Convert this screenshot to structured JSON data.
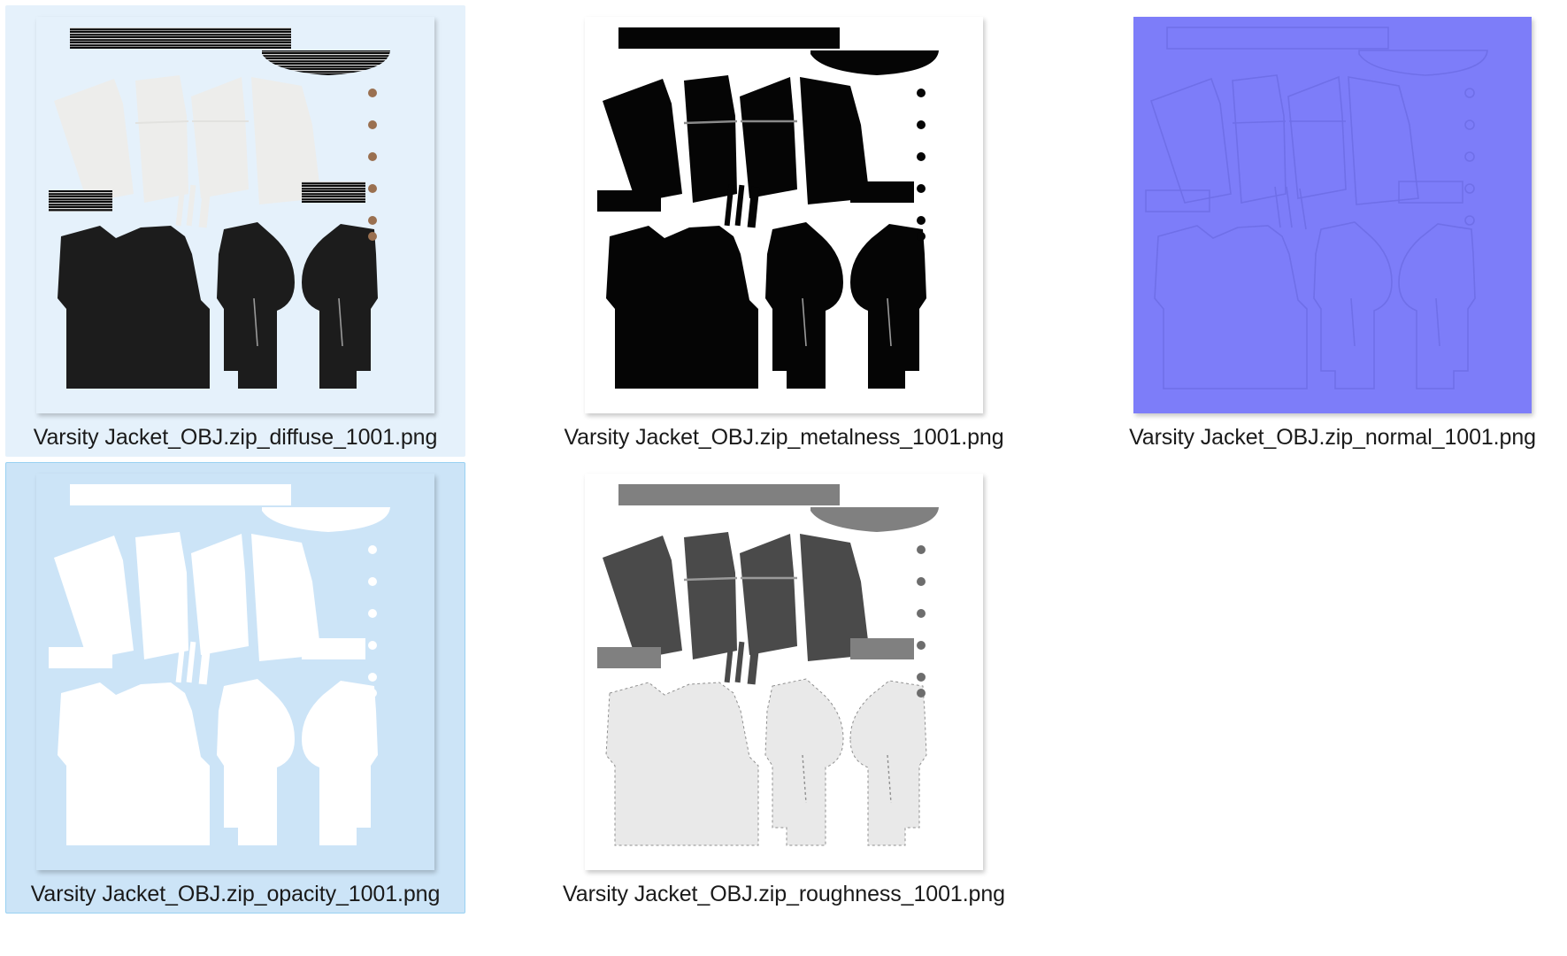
{
  "window": {
    "view_mode": "extra-large-icons",
    "background_color": "#ffffff",
    "columns": 3,
    "rows": 2
  },
  "colors": {
    "selection_fill": "#cce4f7",
    "selection_border": "#99d1f2",
    "hover_fill": "#e5f1fb",
    "caption_text": "#1a1a1a",
    "thumb_background": "#ffffff",
    "normal_map_base": "#7d7df9",
    "normal_map_line": "#6f6fe8",
    "metalness_black": "#050505",
    "roughness_dark": "#4a4a4a",
    "roughness_mid": "#808080",
    "roughness_light": "#e9e9e9",
    "diffuse_body_black": "#1c1c1c",
    "diffuse_sleeve_cream": "#ededeb",
    "snap_button_bronze": "#9a7050",
    "rib_stripe_dark": "#0a0a0a",
    "rib_stripe_light": "#d8d8d8"
  },
  "files": [
    {
      "id": "diffuse",
      "name": "Varsity Jacket_OBJ.zip_diffuse_1001.png",
      "map_type": "diffuse",
      "state": "hover",
      "transparent": true,
      "column": 0,
      "row": 0
    },
    {
      "id": "metalness",
      "name": "Varsity Jacket_OBJ.zip_metalness_1001.png",
      "map_type": "metalness",
      "state": "normal",
      "transparent": false,
      "column": 1,
      "row": 0
    },
    {
      "id": "normal",
      "name": "Varsity Jacket_OBJ.zip_normal_1001.png",
      "map_type": "normal",
      "state": "normal",
      "transparent": false,
      "column": 2,
      "row": 0
    },
    {
      "id": "opacity",
      "name": "Varsity Jacket_OBJ.zip_opacity_1001.png",
      "map_type": "opacity",
      "state": "selected",
      "transparent": true,
      "column": 0,
      "row": 1
    },
    {
      "id": "roughness",
      "name": "Varsity Jacket_OBJ.zip_roughness_1001.png",
      "map_type": "roughness",
      "state": "normal",
      "transparent": false,
      "column": 1,
      "row": 1
    }
  ]
}
